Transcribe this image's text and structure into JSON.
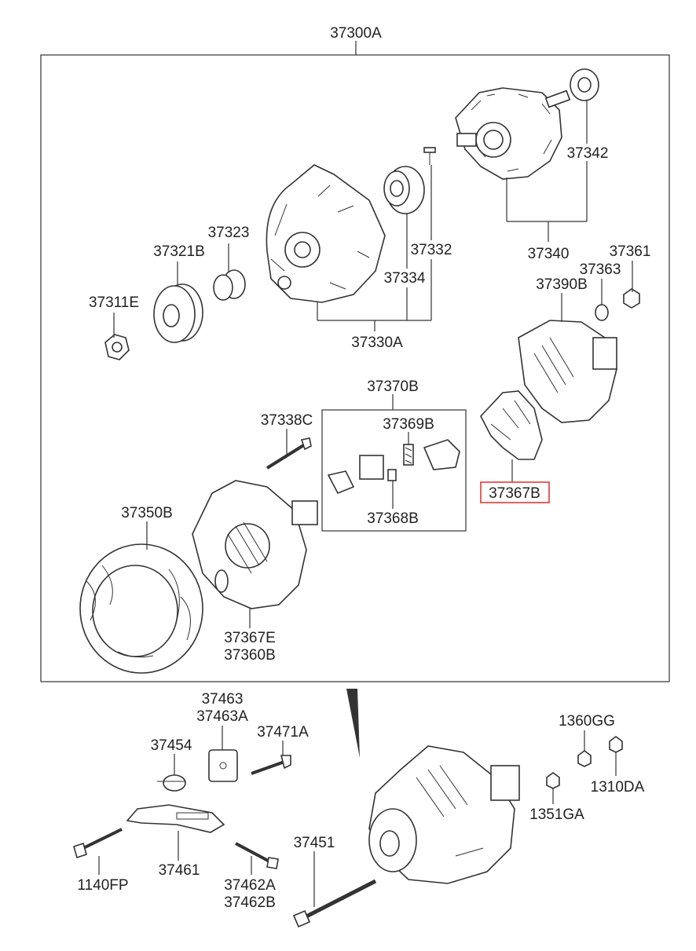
{
  "labels": {
    "assembly": "37300A",
    "rotor_bearing": "37342",
    "rotor": "37340",
    "screw": "37332",
    "bearing": "37334",
    "front_bracket": "37330A",
    "spacer": "37323",
    "pulley": "37321B",
    "nut": "37311E",
    "nut_b": "37361",
    "bushing": "37363",
    "rear_cover": "37390B",
    "brush_holder_assy": "37370B",
    "spring": "37369B",
    "brush": "37368B",
    "bolt": "37338C",
    "rectifier": "37367B",
    "stator": "37350B",
    "rear_bracket_1": "37367E",
    "rear_bracket_2": "37360B",
    "bracket_1": "37463",
    "bracket_2": "37463A",
    "bolt_b": "37471A",
    "sleeve": "37454",
    "nut_c": "1360GG",
    "nut_d": "1310DA",
    "washer": "1351GA",
    "bolt_c": "1140FP",
    "adjust_bracket": "37461",
    "bolt_d_1": "37462A",
    "bolt_d_2": "37462B",
    "long_bolt": "37451"
  },
  "highlight": {
    "part": "37367B",
    "color": "#e53935"
  }
}
